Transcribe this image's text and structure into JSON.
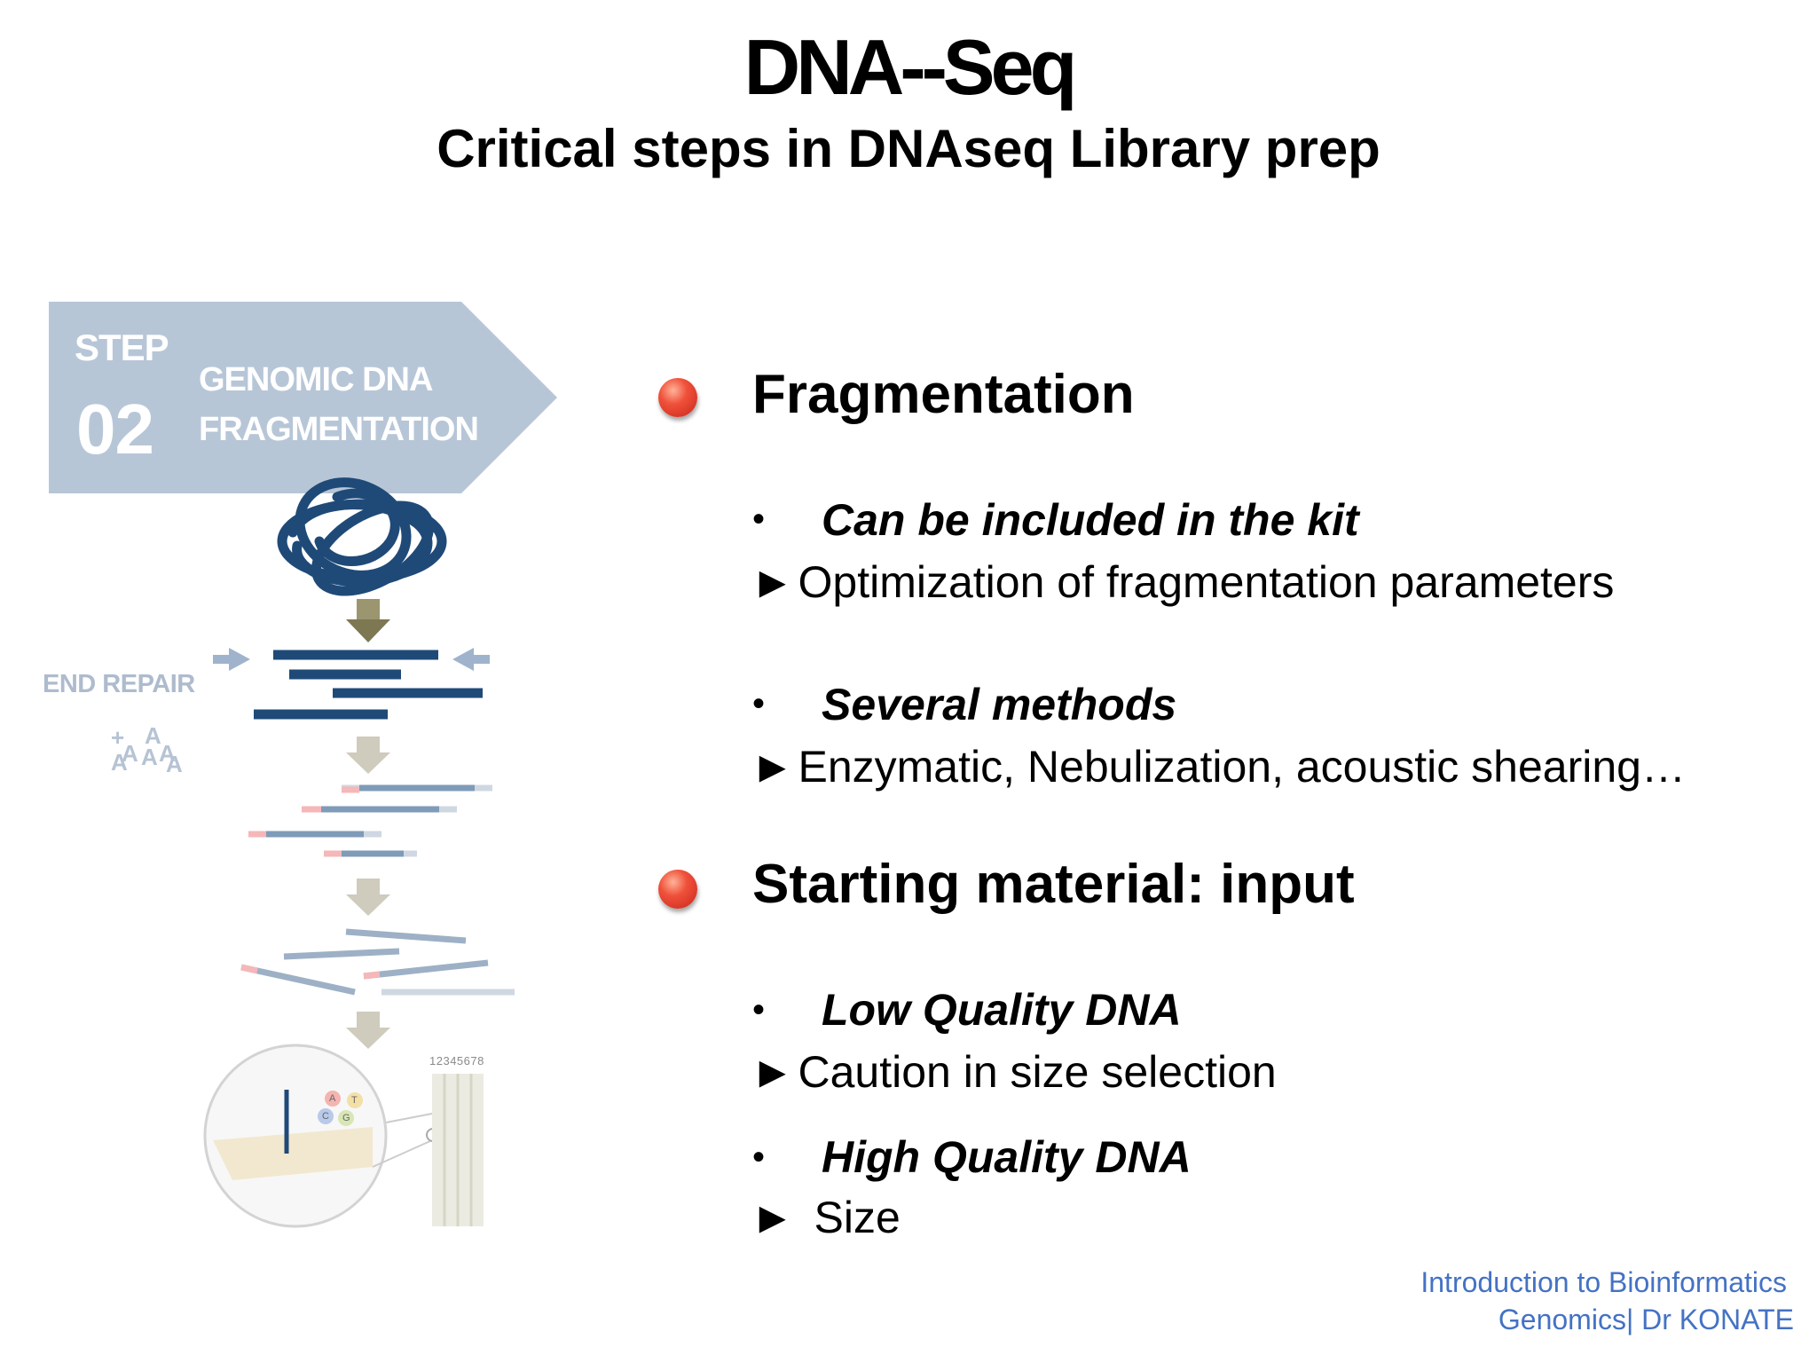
{
  "slide": {
    "title": "DNA--Seq",
    "subtitle": "Critical steps in DNAseq Library prep"
  },
  "illustration": {
    "step_word": "STEP",
    "step_number": "02",
    "step_title_line1": "GENOMIC DNA",
    "step_title_line2": "FRAGMENTATION",
    "end_repair_label": "END REPAIR",
    "a_tail_plus": "+",
    "a_tail_letters": "A",
    "sequencer_numbers": "12345678",
    "nucleotides": [
      "A",
      "T",
      "C",
      "G"
    ]
  },
  "sections": [
    {
      "heading": "Fragmentation",
      "items": [
        {
          "bullet": "Can be included in the kit",
          "arrow_symbol": "►",
          "detail": "Optimization of fragmentation parameters"
        },
        {
          "bullet": "Several methods",
          "arrow_symbol": "►",
          "detail": "Enzymatic, Nebulization, acoustic shearing…"
        }
      ]
    },
    {
      "heading": "Starting material: input",
      "items": [
        {
          "bullet": "Low Quality DNA",
          "arrow_symbol": "►",
          "detail": "Caution in size selection"
        },
        {
          "bullet": "High Quality DNA",
          "arrow_symbol": "►",
          "detail": "Size"
        }
      ]
    }
  ],
  "footer": {
    "line1": "Introduction to Bioinformatics",
    "line2": "Genomics| Dr KONATE"
  },
  "colors": {
    "step_banner": "#b7c6d7",
    "dna_dark": "#1f4a78",
    "bullet_red": "#e8432f",
    "footer_blue": "#4472c4",
    "arrow_olive": "#8f8a5c"
  }
}
